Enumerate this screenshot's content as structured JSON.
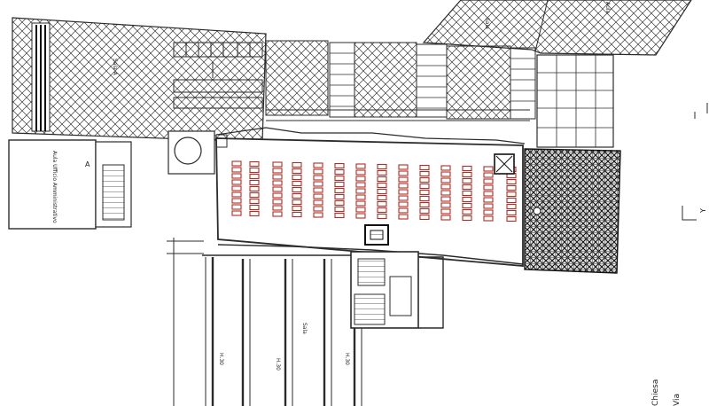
{
  "drawing": {
    "labels": {
      "room_a": "Sala A",
      "room_b": "Aula",
      "left_annex": "Aula Ufficio Amministrativo",
      "corridor_mark": "A",
      "level_1": "H.30",
      "level_2": "H.30",
      "level_3": "H.30",
      "hall_note": "Sala",
      "side_mark_1": "Y",
      "tri_note": "Sala",
      "bottom_right_1": "Chiesa",
      "bottom_right_2": "Via"
    },
    "colors": {
      "line": "#2b2b2b",
      "hatch": "#3a3a3a",
      "seat": "#b32b22",
      "dark_paving": "#1e1e1e"
    }
  }
}
